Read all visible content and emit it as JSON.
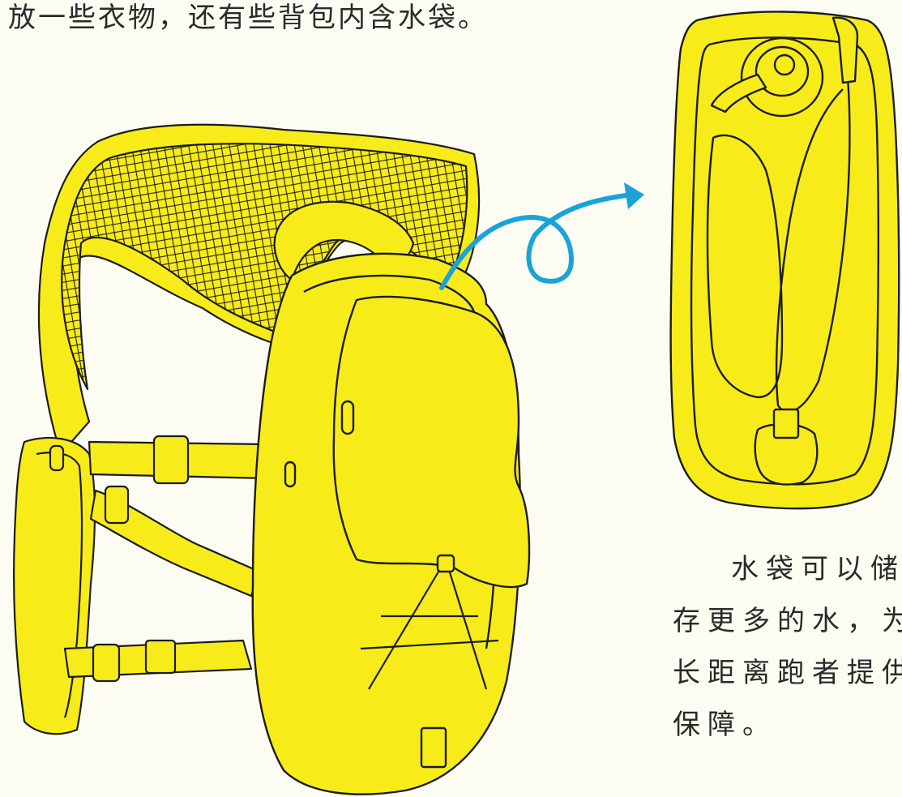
{
  "intro_text": "放一些衣物，还有些背包内含水袋。",
  "caption": {
    "line1": "水袋可以储",
    "line2": "存更多的水，为",
    "line3": "长距离跑者提供",
    "line4": "保障。"
  },
  "colors": {
    "background": "#fcfcf2",
    "fill": "#f7ec1a",
    "outline": "#1c1c1c",
    "arrow": "#1aa3d9"
  }
}
